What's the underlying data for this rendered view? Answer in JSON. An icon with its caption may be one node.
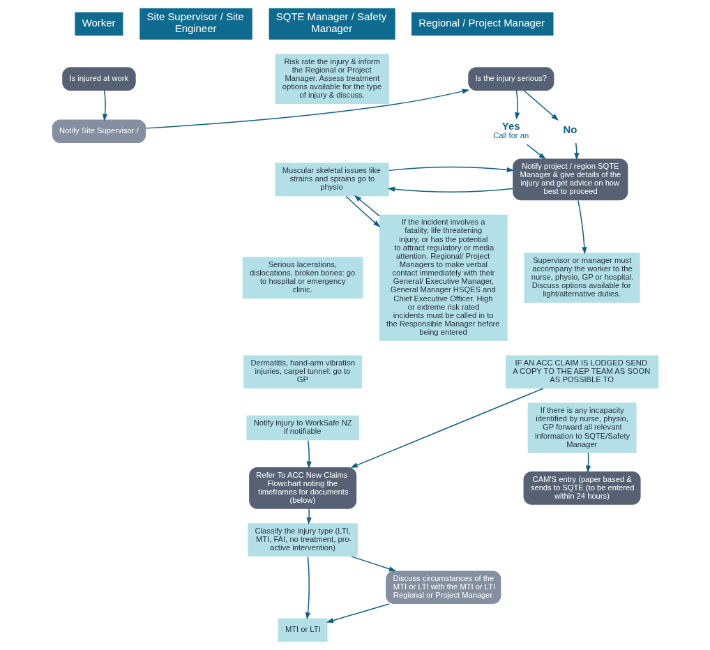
{
  "diagram": {
    "nodes": [
      {
        "text": [
          "Worker"
        ]
      },
      {
        "text": [
          "Is injured at work"
        ]
      },
      {
        "text": [
          "Notify Site Supervisor /"
        ]
      },
      {
        "text": [
          "Site Supervisor / Site Engineer"
        ]
      },
      {
        "text": [
          "Is the injury serious?"
        ]
      },
      {
        "text": [
          "Yes",
          "Call for an"
        ]
      },
      {
        "text": [
          "No"
        ]
      },
      {
        "text": [
          "Notify project / region SQTE Manager & give details of the injury and get advice on how best to proceed"
        ]
      },
      {
        "text": [
          "Supervisor or manager must accompany the worker to the nurse, physio, GP or hospital. Discuss options available for light/alternative duties."
        ]
      },
      {
        "text": [
          "IF AN ACC CLAIM IS LODGED SEND A COPY TO THE AEP TEAM AS SOON AS POSSIBLE TO"
        ]
      },
      {
        "text": [
          "If there is any incapacity identified by nurse, physio, GP forward all relevant information to SQTE/Safety Manager"
        ]
      },
      {
        "text": [
          "CAM'S entry (paper based & sends to SQTE (to be entered within 24 hours)"
        ]
      },
      {
        "text": [
          "SQTE Manager / Safety Manager"
        ]
      },
      {
        "text": [
          "Risk rate the injury & inform the Regional or Project Manager. Assess treatment options available for the type of injury & discuss."
        ]
      },
      {
        "text": [
          "Muscular skeletal issues like strains and sprains go to physio"
        ]
      },
      {
        "text": [
          "Serious lacerations, dislocations, broken bones: go to hospital or emergency clinic."
        ]
      },
      {
        "text": [
          "Dermatitis, hand-arm vibration injuries, carpel tunnel: go to GP"
        ]
      },
      {
        "text": [
          "Notify injury to WorkSafe NZ if notifiable"
        ]
      },
      {
        "text": [
          "Refer To ACC New Claims Flowchart noting the timeframes for documents (below)"
        ]
      },
      {
        "text": [
          "Classify the injury type (LTI, MTI, FAI, no treatment, pro-active intervention)"
        ]
      },
      {
        "text": [
          "MTI or LTI"
        ]
      },
      {
        "text": [
          "Regional / Project Manager"
        ]
      },
      {
        "text": [
          "If the incident involves a fatality, life threatening injury, or has the potential to attract regulatory or media attention. Regional/ Project Managers to make verbal contact immediately with their General/ Executive Manager, General Manager HSQES and Chief Executive Officer. High or extreme risk rated incidents must be called in to the Responsible Manager before being entered"
        ]
      },
      {
        "text": [
          "Discuss circumstances of the MTI or LTI with the MTI or LTI Regional or Project Manager"
        ]
      }
    ],
    "edges": [
      {
        "from": 1,
        "to": 2,
        "arrow": "to"
      },
      {
        "from": 2,
        "to": 4,
        "arrow": "to"
      },
      {
        "from": 4,
        "to": 5,
        "arrow": "to"
      },
      {
        "from": 5,
        "to": 7,
        "arrow": "to"
      },
      {
        "from": 4,
        "to": 6,
        "arrow": "to"
      },
      {
        "from": 6,
        "to": 7,
        "arrow": "to"
      },
      {
        "from": 7,
        "to": 14,
        "arrow": "to"
      },
      {
        "from": 14,
        "to": 7,
        "arrow": "to"
      },
      {
        "from": 14,
        "to": 22,
        "arrow": "to"
      },
      {
        "from": 22,
        "to": 14,
        "arrow": "to"
      },
      {
        "from": 7,
        "to": 8,
        "arrow": "to"
      },
      {
        "from": 9,
        "to": 18,
        "arrow": "to"
      },
      {
        "from": 10,
        "to": 11,
        "arrow": "to"
      },
      {
        "from": 17,
        "to": 18,
        "arrow": "to"
      },
      {
        "from": 18,
        "to": 19,
        "arrow": "to"
      },
      {
        "from": 19,
        "to": 23,
        "arrow": "to"
      },
      {
        "from": 19,
        "to": 20,
        "arrow": "to"
      },
      {
        "from": 23,
        "to": 20,
        "arrow": "to"
      }
    ]
  }
}
